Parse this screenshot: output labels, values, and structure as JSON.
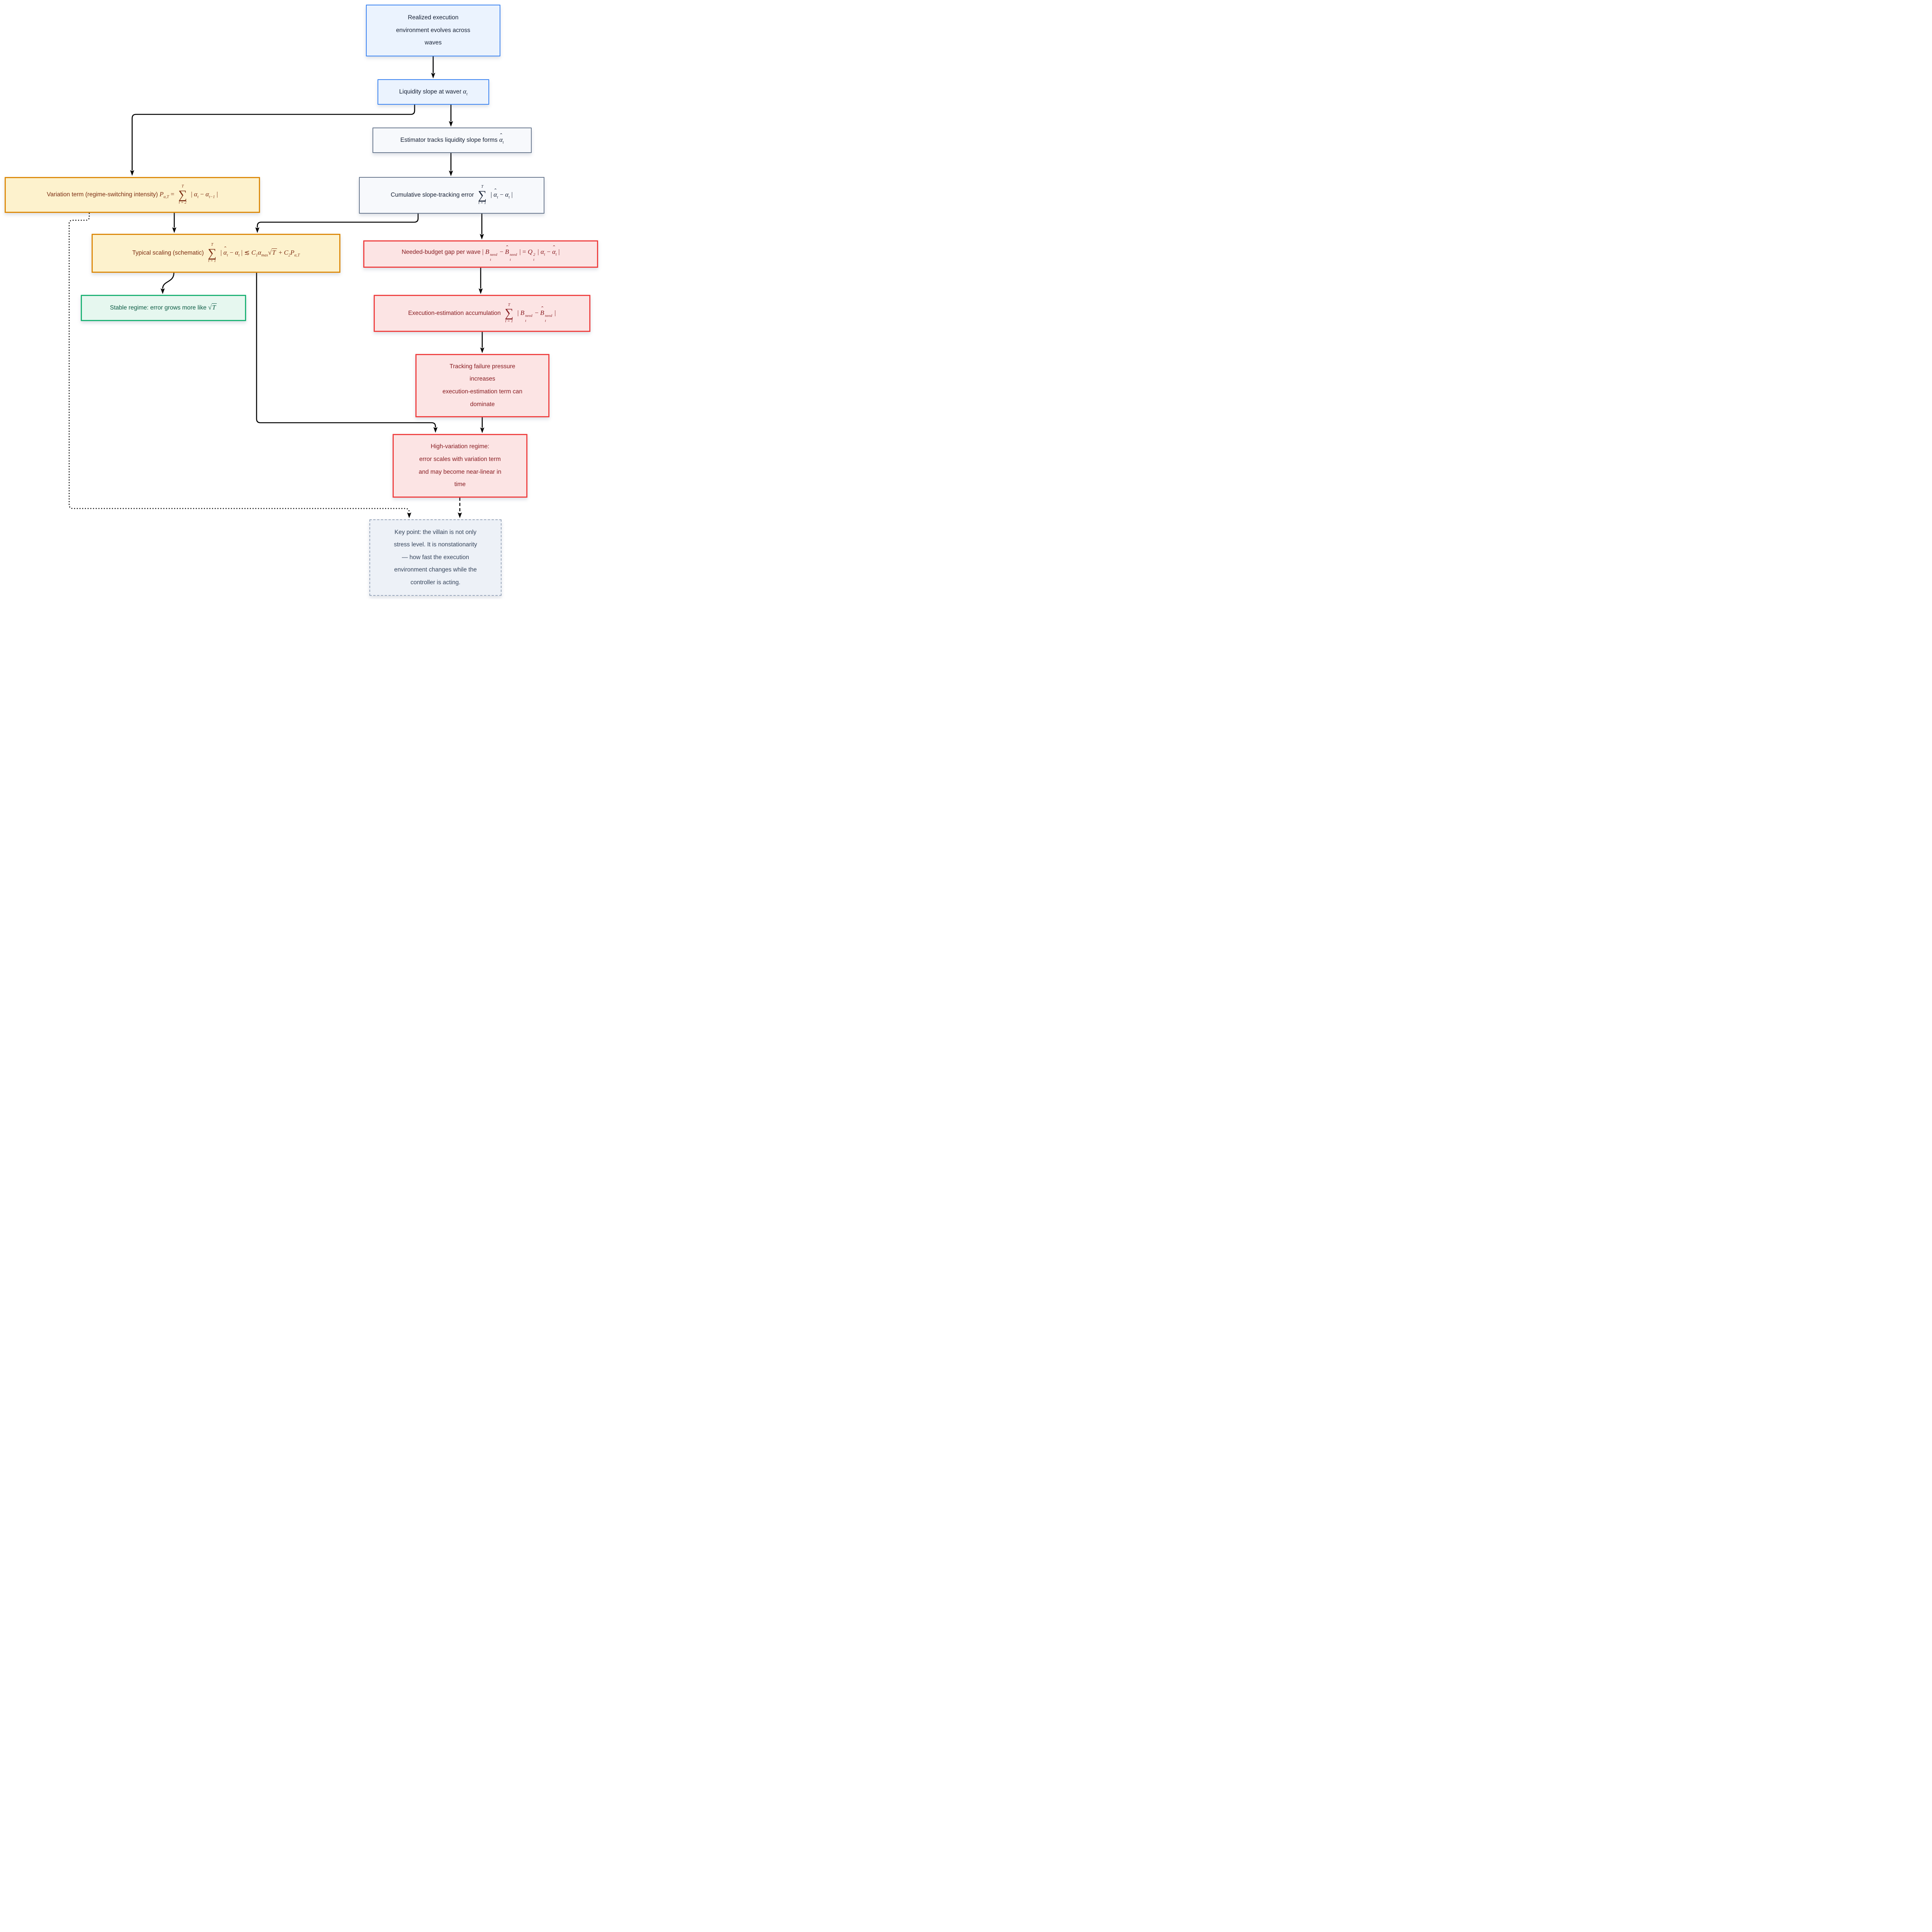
{
  "diagram": {
    "type": "flowchart",
    "nodes": {
      "realized": {
        "style": "blue",
        "html": "Realized execution<br>environment evolves across<br>waves",
        "text": "Realized execution environment evolves across waves"
      },
      "liquidity": {
        "style": "blue",
        "html": "Liquidity slope at wave<span class='math'><i>t</i></span> <span class='math'><i>α</i><sub><i>t</i></sub></span>",
        "text": "Liquidity slope at wave t α_t"
      },
      "estimator": {
        "style": "slate",
        "html": "Estimator tracks liquidity slope forms <span class='math'><span class='hat'><i>α</i><span class='hm'>ˆ</span></span><sub><i>t</i></sub></span>",
        "text": "Estimator tracks liquidity slope forms α̂_t"
      },
      "cumulative": {
        "style": "slate",
        "html": "Cumulative slope-tracking error <span class='math'><span class='sum'><span class='st'>T</span><span class='sg'>∑</span><span class='sb'>t&nbsp;=&nbsp;1</span></span> | <span class='hat'><i>α</i><span class='hm'>ˆ</span></span><sub><i>t</i></sub> − <i>α</i><sub><i>t</i></sub> |</span>",
        "text": "Cumulative slope-tracking error Σ_{t=1}^{T} |α̂_t − α_t|"
      },
      "variation": {
        "style": "amber",
        "html": "Variation term (regime-switching intensity) <span class='math'><i>P</i><sub><i>α</i>,<i>T</i></sub> = <span class='sum'><span class='st'>T</span><span class='sg'>∑</span><span class='sb'>t&nbsp;=&nbsp;2</span></span> | <i>α</i><sub><i>t</i></sub> − <i>α</i><sub><i>t</i>−1</sub> |</span>",
        "text": "Variation term (regime-switching intensity) P_{α,T} = Σ_{t=2}^{T} |α_t − α_{t−1}|"
      },
      "typical": {
        "style": "amber",
        "html": "Typical scaling (schematic) <span class='math'><span class='sum'><span class='st'>T</span><span class='sg'>∑</span><span class='sb'>t&nbsp;=&nbsp;1</span></span> | <span class='hat'><i>α</i><span class='hm'>ˆ</span></span><sub><i>t</i></sub> − <i>α</i><sub><i>t</i></sub> | ≲ <i>C</i><sub>1</sub><i>α</i><sub>max</sub><span class='sqrt'>√<span class='bar'><i>T</i></span></span> + <i>C</i><sub>2</sub><i>P</i><sub><i>α</i>,<i>T</i></sub></span>",
        "text": "Typical scaling (schematic) Σ_{t=1}^{T} |α̂_t − α_t| ≲ C1·α_max·√T + C2·P_{α,T}"
      },
      "stable": {
        "style": "green",
        "html": "Stable regime: error grows more like <span class='math'><span class='sqrt'>√<span class='bar'><i>T</i></span></span></span>",
        "text": "Stable regime: error grows more like √T"
      },
      "needed": {
        "style": "red",
        "html": "Needed-budget gap per wave <span class='math'>| <i>B</i><span class='ss'><span class='sst'>need</span><span class='ssb'>t</span></span> − <span class='hat'><i>B</i><span class='hm'>ˆ</span></span><span class='ss'><span class='sst'>need</span><span class='ssb'>t</span></span> | = <i>Q</i><span class='ss'><span class='sst'>2</span><span class='ssb'>t</span></span> | <i>α</i><sub><i>t</i></sub> − <span class='hat'><i>α</i><span class='hm'>ˆ</span></span><sub><i>t</i></sub> |</span>",
        "text": "Needed-budget gap per wave |B_t^need − B̂_t^need| = Q_t^2 |α_t − α̂_t|"
      },
      "execaccum": {
        "style": "red",
        "html": "Execution-estimation accumulation <span class='math'><span class='sum'><span class='st'>T</span><span class='sg'>∑</span><span class='sb'>t&nbsp;=&nbsp;1</span></span> | <i>B</i><span class='ss'><span class='sst'>need</span><span class='ssb'>t</span></span> − <span class='hat'><i>B</i><span class='hm'>ˆ</span></span><span class='ss'><span class='sst'>need</span><span class='ssb'>t</span></span> |</span>",
        "text": "Execution-estimation accumulation Σ_{t=1}^{T} |B_t^need − B̂_t^need|"
      },
      "tracking": {
        "style": "red",
        "html": "Tracking failure pressure<br>increases<br>execution-estimation term can<br>dominate",
        "text": "Tracking failure pressure increases execution-estimation term can dominate"
      },
      "highvar": {
        "style": "red",
        "html": "High-variation regime:<br>error scales with variation term<br>and may become near-linear in<br>time",
        "text": "High-variation regime: error scales with variation term and may become near-linear in time"
      },
      "keypoint": {
        "style": "key",
        "html": "Key point: the villain is not only<br>stress level. It is nonstationarity<br>— how fast the execution<br>environment changes while the<br>controller is acting.",
        "text": "Key point: the villain is not only stress level. It is nonstationarity — how fast the execution environment changes while the controller is acting."
      }
    },
    "edges": [
      {
        "from": "realized",
        "to": "liquidity",
        "line": "solid"
      },
      {
        "from": "liquidity",
        "to": "estimator",
        "line": "solid"
      },
      {
        "from": "liquidity",
        "to": "variation",
        "line": "solid"
      },
      {
        "from": "estimator",
        "to": "cumulative",
        "line": "solid"
      },
      {
        "from": "cumulative",
        "to": "needed",
        "line": "solid"
      },
      {
        "from": "cumulative",
        "to": "typical",
        "line": "solid"
      },
      {
        "from": "variation",
        "to": "typical",
        "line": "solid"
      },
      {
        "from": "typical",
        "to": "stable",
        "line": "solid"
      },
      {
        "from": "typical",
        "to": "highvar",
        "line": "solid"
      },
      {
        "from": "needed",
        "to": "execaccum",
        "line": "solid"
      },
      {
        "from": "execaccum",
        "to": "tracking",
        "line": "solid"
      },
      {
        "from": "tracking",
        "to": "highvar",
        "line": "solid"
      },
      {
        "from": "variation",
        "to": "keypoint",
        "line": "dotted"
      },
      {
        "from": "highvar",
        "to": "keypoint",
        "line": "dashed"
      }
    ],
    "palette": {
      "blue": {
        "border": "#3d85f2",
        "fill": "#ebf3fe",
        "text": "#172135"
      },
      "slate": {
        "border": "#6b7a90",
        "fill": "#f7f9fc",
        "text": "#172135"
      },
      "amber": {
        "border": "#dd8b0e",
        "fill": "#fdf2cd",
        "text": "#7c2d12"
      },
      "green": {
        "border": "#1fb376",
        "fill": "#e6f7ef",
        "text": "#0d5c45"
      },
      "red": {
        "border": "#ef4444",
        "fill": "#fce4e4",
        "text": "#881d22"
      },
      "key": {
        "border": "#9aa8bc",
        "fill": "#edf1f7",
        "text": "#36455c"
      },
      "arrow": "#000000",
      "background": "#ffffff"
    }
  }
}
